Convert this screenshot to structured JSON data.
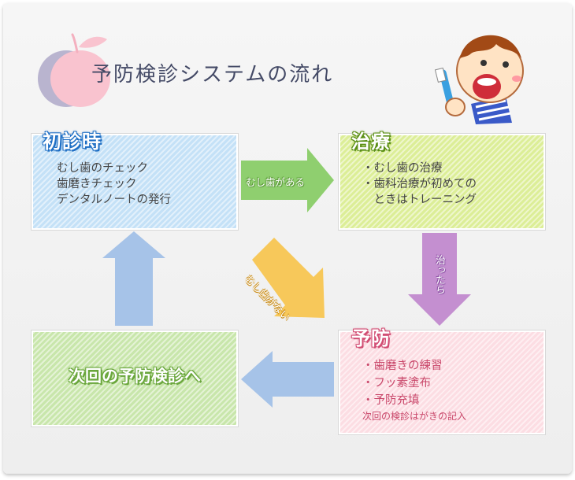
{
  "title": "予防検診システムの流れ",
  "steps": {
    "first_visit": {
      "heading": "初診時",
      "lines": [
        "むし歯のチェック",
        "歯磨きチェック",
        "デンタルノートの発行"
      ]
    },
    "treatment": {
      "heading": "治療",
      "lines": [
        "・むし歯の治療",
        "・歯科治療が初めての",
        "　ときはトレーニング"
      ]
    },
    "prevention": {
      "heading": "予防",
      "lines": [
        "・歯磨きの練習",
        "・フッ素塗布",
        "・予防充填"
      ],
      "note": "次回の検診はがきの記入"
    },
    "next_checkup": {
      "heading": "次回の予防検診へ"
    }
  },
  "arrows": {
    "has_cavity": "むし歯がある",
    "healed": "治ったら",
    "no_cavity": "むし歯がない"
  },
  "colors": {
    "blue_box": "#c4e1f7",
    "green_box": "#dcee97",
    "pink_box": "#fcdde3",
    "next_box": "#c8e6ab",
    "arrow_green": "#8fcf6f",
    "arrow_purple": "#c48fd0",
    "arrow_orange": "#f7c85a",
    "arrow_blue": "#a6c3e8"
  }
}
